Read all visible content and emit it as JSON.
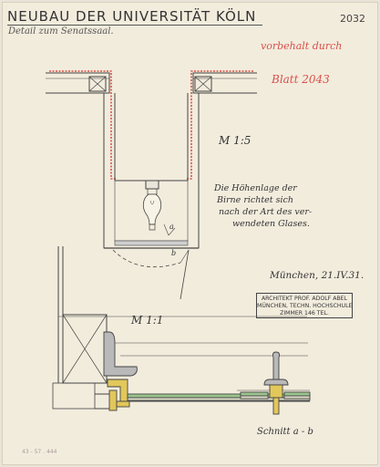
{
  "sheet": {
    "title": "NEUBAU DER UNIVERSITÄT KÖLN",
    "subtitle": "Detail zum Senatssaal.",
    "number": "2032",
    "red_note_1": "vorbehalt durch",
    "red_note_2": "Blatt 2043"
  },
  "drawing": {
    "scale_top": "M 1:5",
    "scale_bottom": "M 1:1",
    "note_lines": [
      "Die Höhenlage der",
      "Birne richtet sich",
      "nach der Art des ver-",
      "wendeten Glases."
    ],
    "label_a": "a",
    "label_b": "b",
    "section_label": "Schnitt a - b"
  },
  "date": "München, 21.IV.31.",
  "stamp": {
    "line1": "ARCHITEKT PROF. ADOLF ABEL",
    "line2": "MÜNCHEN, TECHN. HOCHSCHULE",
    "line3": "ZIMMER 146  TEL."
  },
  "footer": "43 - 57 . 444",
  "colors": {
    "paper": "#f2ecdd",
    "ink": "#444444",
    "red": "#d9504a",
    "yellow": "#e2c75b",
    "green": "#9cc48f",
    "grey": "#b9b9b9"
  }
}
